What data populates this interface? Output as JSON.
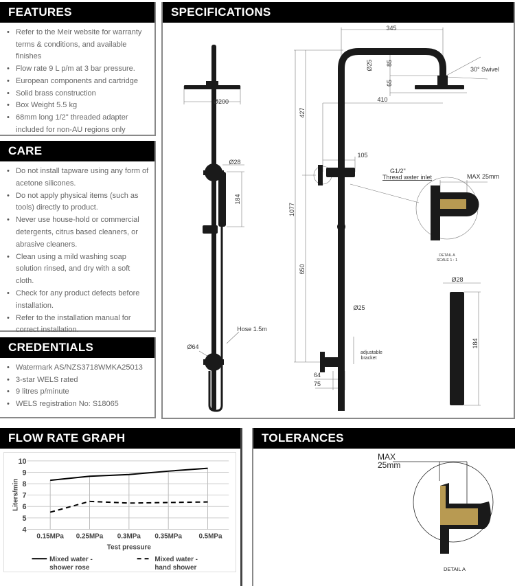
{
  "features": {
    "title": "FEATURES",
    "items": [
      "Refer to the Meir website for warranty terms & conditions, and available finishes",
      "Flow rate 9 L p/m at 3 bar pressure.",
      "European components and cartridge",
      "Solid brass construction",
      "Box Weight 5.5 kg",
      "68mm long 1/2\" threaded adapter included for non-AU regions only"
    ]
  },
  "care": {
    "title": "CARE",
    "items": [
      "Do not install tapware using any form of acetone silicones.",
      "Do not apply physical items (such as tools) directly to product.",
      "Never use house-hold or commercial detergents, citrus based cleaners, or abrasive cleaners.",
      "Clean using a mild washing soap solution rinsed, and dry with a soft cloth.",
      "Check for any product defects before installation.",
      "Refer to the installation manual for correct installation."
    ]
  },
  "credentials": {
    "title": "CREDENTIALS",
    "items": [
      "Watermark AS/NZS3718WMKA25013",
      "3-star WELS rated",
      "9 litres p/minute",
      "WELS registration No: S18065"
    ]
  },
  "specs": {
    "title": "SPECIFICATIONS",
    "dims": {
      "d345": "345",
      "d25top": "Ø25",
      "d85": "85",
      "d65": "65",
      "swivel": "30° Swivel",
      "d410": "410",
      "d427": "427",
      "d1077": "1077",
      "d650": "650",
      "d105": "105",
      "d200": "Ø200",
      "d28": "Ø28",
      "d184": "184",
      "d64dia": "Ø64",
      "hose": "Hose 1.5m",
      "d25": "Ø25",
      "d64": "64",
      "d75": "75",
      "bracket1": "adjustable",
      "bracket2": "bracket",
      "thread1": "G1/2\"",
      "thread2": "Thread water inlet",
      "max": "MAX 25mm",
      "detail": "DETAIL A",
      "scale": "SCALE 1 : 1",
      "hs_d28": "Ø28",
      "hs_184": "184"
    }
  },
  "flow": {
    "title": "FLOW RATE GRAPH"
  },
  "chart_data": {
    "type": "line",
    "title": "",
    "xlabel": "Test pressure",
    "ylabel": "Liters/min",
    "categories": [
      "0.15MPa",
      "0.25MPa",
      "0.3MPa",
      "0.35MPa",
      "0.5MPa"
    ],
    "ylim": [
      4,
      10
    ],
    "yticks": [
      "4",
      "5",
      "6",
      "7",
      "8",
      "9",
      "10"
    ],
    "grid": true,
    "legend": "bottom",
    "series": [
      {
        "name": "Mixed water - shower rose",
        "l1": "Mixed water -",
        "l2": "shower rose",
        "style": "solid",
        "values": [
          8.3,
          8.65,
          8.8,
          9.1,
          9.35
        ]
      },
      {
        "name": "Mixed water - hand shower",
        "l1": "Mixed water -",
        "l2": "hand shower",
        "style": "dashed",
        "values": [
          5.5,
          6.45,
          6.3,
          6.35,
          6.4
        ]
      }
    ]
  },
  "tolerances": {
    "title": "TOLERANCES",
    "max1": "MAX",
    "max2": "25mm",
    "detail": "DETAIL A"
  }
}
